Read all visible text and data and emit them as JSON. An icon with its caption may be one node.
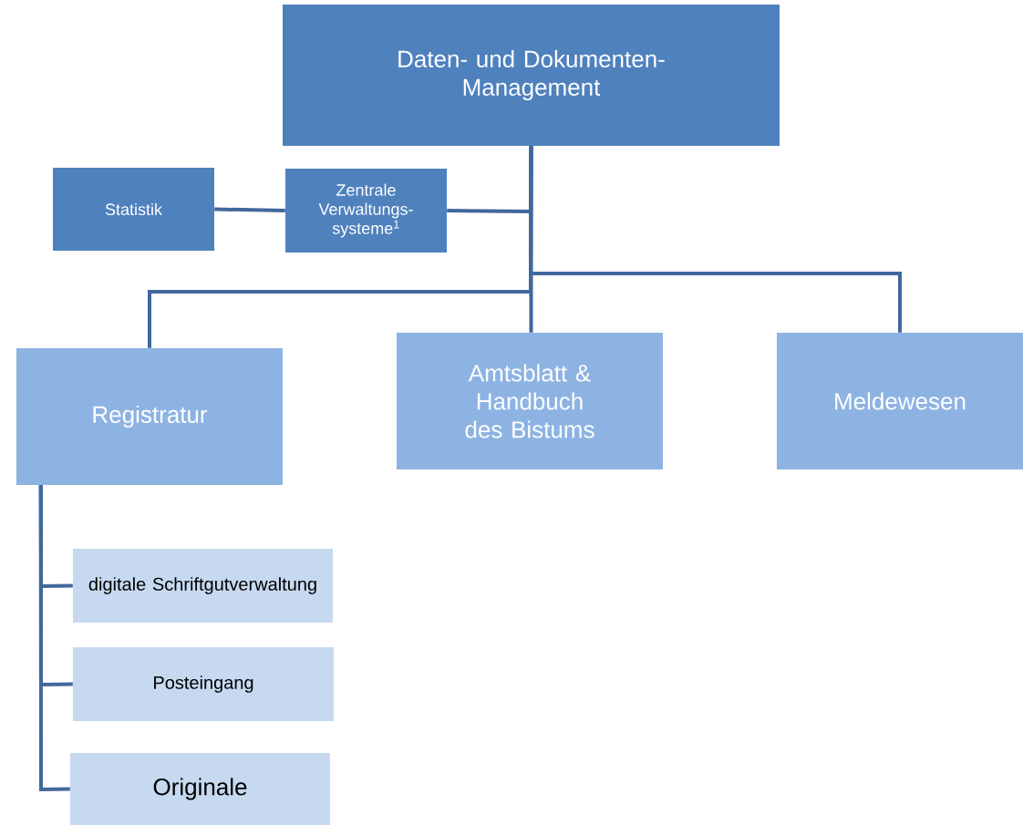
{
  "diagram": {
    "nodes": [
      {
        "text": [
          "Daten- und Dokumenten-Management"
        ]
      },
      {
        "text": [
          "Statistik"
        ]
      },
      {
        "text": [
          "Zentrale Verwaltungs-systeme$^{1}$"
        ]
      },
      {
        "text": [
          "Registratur"
        ]
      },
      {
        "text": [
          "Amtsblatt & Handbuch des Bistums"
        ]
      },
      {
        "text": [
          "Meldewesen"
        ]
      },
      {
        "text": [
          "digitale Schriftgutverwaltung"
        ]
      },
      {
        "text": [
          "Posteingang"
        ]
      },
      {
        "text": [
          "Originale"
        ]
      }
    ],
    "edges": [
      {
        "from": 0,
        "to": 2,
        "arrow": "none"
      },
      {
        "from": 1,
        "to": 2,
        "arrow": "none"
      },
      {
        "from": 0,
        "to": 3,
        "arrow": "none"
      },
      {
        "from": 0,
        "to": 4,
        "arrow": "none"
      },
      {
        "from": 0,
        "to": 5,
        "arrow": "none"
      },
      {
        "from": 3,
        "to": 6,
        "arrow": "none"
      },
      {
        "from": 3,
        "to": 7,
        "arrow": "none"
      },
      {
        "from": 3,
        "to": 8,
        "arrow": "none"
      }
    ]
  }
}
